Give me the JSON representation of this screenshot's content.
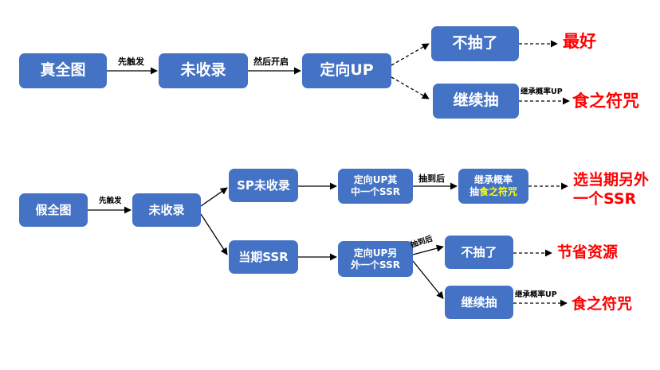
{
  "top": {
    "box_true_full": "真全图",
    "label_first_trigger": "先触发",
    "box_not_collected": "未收录",
    "label_then_open": "然后开启",
    "box_target_up": "定向UP",
    "box_stop": "不抽了",
    "result_best": "最好",
    "box_keep_pulling": "继续抽",
    "label_inherit_rate": "继承概率UP",
    "result_eat_curse": "食之符咒"
  },
  "bottom": {
    "box_fake_full": "假全图",
    "label_first_trigger": "先触发",
    "box_not_collected": "未收录",
    "box_sp_not_collected": "SP未收录",
    "box_target_up_one_line1": "定向UP其",
    "box_target_up_one_line2": "中一个SSR",
    "label_after_pull": "抽到后",
    "box_inherit_line1": "继承概率",
    "box_inherit_prefix": "抽",
    "box_inherit_highlight": "食之符咒",
    "result_other_line1": "选当期另外",
    "result_other_line2": "一个SSR",
    "box_current_ssr": "当期SSR",
    "box_target_up_other_line1": "定向UP另",
    "box_target_up_other_line2": "外一个SSR",
    "label_after_pull2": "抽到后",
    "box_stop": "不抽了",
    "result_save": "节省资源",
    "box_keep_pulling": "继续抽",
    "label_inherit_rate": "继承概率UP",
    "result_eat_curse": "食之符咒"
  },
  "colors": {
    "box": "#4472C4",
    "result": "#FF0000",
    "highlight": "#FFFF00"
  }
}
